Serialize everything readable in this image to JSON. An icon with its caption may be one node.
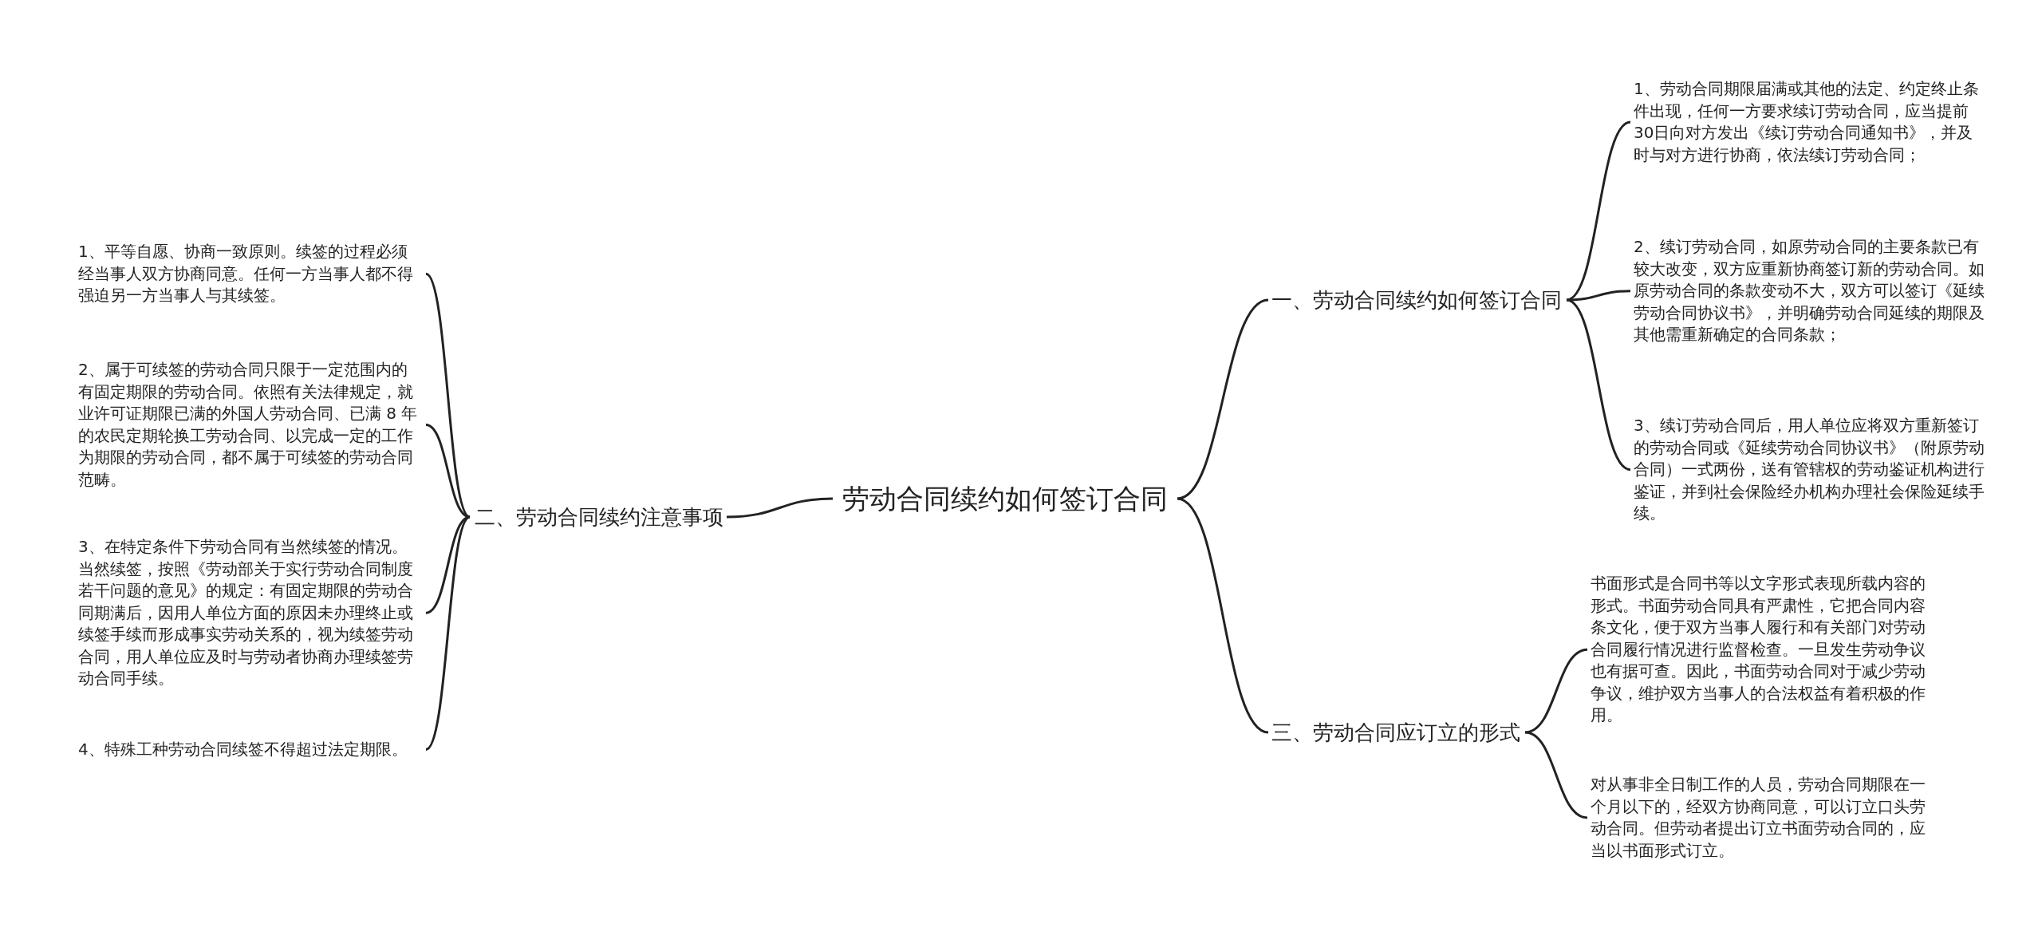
{
  "diagram": {
    "nodes": [
      {
        "text": [
          "劳动合同续约如何签订合同"
        ]
      },
      {
        "text": [
          "一、劳动合同续约如何签订合同"
        ]
      },
      {
        "text": [
          "1、劳动合同期限届满或其他的法定、约定终止条件出现，任何一方要求续订劳动合同，应当提前30日向对方发出《续订劳动合同通知书》，并及时与对方进行协商，依法续订劳动合同；"
        ]
      },
      {
        "text": [
          "2、续订劳动合同，如原劳动合同的主要条款已有较大改变，双方应重新协商签订新的劳动合同。如原劳动合同的条款变动不大，双方可以签订《延续劳动合同协议书》，并明确劳动合同延续的期限及其他需重新确定的合同条款；"
        ]
      },
      {
        "text": [
          "3、续订劳动合同后，用人单位应将双方重新签订的劳动合同或《延续劳动合同协议书》（附原劳动合同）一式两份，送有管辖权的劳动鉴证机构进行鉴证，并到社会保险经办机构办理社会保险延续手续。"
        ]
      },
      {
        "text": [
          "二、劳动合同续约注意事项"
        ]
      },
      {
        "text": [
          "1、平等自愿、协商一致原则。续签的过程必须经当事人双方协商同意。任何一方当事人都不得强迫另一方当事人与其续签。"
        ]
      },
      {
        "text": [
          "2、属于可续签的劳动合同只限于一定范围内的有固定期限的劳动合同。依照有关法律规定，就业许可证期限已满的外国人劳动合同、已满 8 年的农民定期轮换工劳动合同、以完成一定的工作为期限的劳动合同，都不属于可续签的劳动合同范畴。"
        ]
      },
      {
        "text": [
          "3、在特定条件下劳动合同有当然续签的情况。当然续签，按照《劳动部关于实行劳动合同制度若干问题的意见》的规定：有固定期限的劳动合同期满后，因用人单位方面的原因未办理终止或续签手续而形成事实劳动关系的，视为续签劳动合同，用人单位应及时与劳动者协商办理续签劳动合同手续。"
        ]
      },
      {
        "text": [
          "4、特殊工种劳动合同续签不得超过法定期限。"
        ]
      },
      {
        "text": [
          "三、劳动合同应订立的形式"
        ]
      },
      {
        "text": [
          "书面形式是合同书等以文字形式表现所载内容的形式。书面劳动合同具有严肃性，它把合同内容条文化，便于双方当事人履行和有关部门对劳动合同履行情况进行监督检查。一旦发生劳动争议也有据可查。因此，书面劳动合同对于减少劳动争议，维护双方当事人的合法权益有着积极的作用。"
        ]
      },
      {
        "text": [
          "对从事非全日制工作的人员，劳动合同期限在一个月以下的，经双方协商同意，可以订立口头劳动合同。但劳动者提出订立书面劳动合同的，应当以书面形式订立。"
        ]
      }
    ],
    "edges": [
      {
        "from": 0,
        "to": 1,
        "arrow": "none"
      },
      {
        "from": 1,
        "to": 2,
        "arrow": "none"
      },
      {
        "from": 1,
        "to": 3,
        "arrow": "none"
      },
      {
        "from": 1,
        "to": 4,
        "arrow": "none"
      },
      {
        "from": 0,
        "to": 5,
        "arrow": "none"
      },
      {
        "from": 5,
        "to": 6,
        "arrow": "none"
      },
      {
        "from": 5,
        "to": 7,
        "arrow": "none"
      },
      {
        "from": 5,
        "to": 8,
        "arrow": "none"
      },
      {
        "from": 5,
        "to": 9,
        "arrow": "none"
      },
      {
        "from": 0,
        "to": 10,
        "arrow": "none"
      },
      {
        "from": 10,
        "to": 11,
        "arrow": "none"
      },
      {
        "from": 10,
        "to": 12,
        "arrow": "none"
      }
    ]
  }
}
